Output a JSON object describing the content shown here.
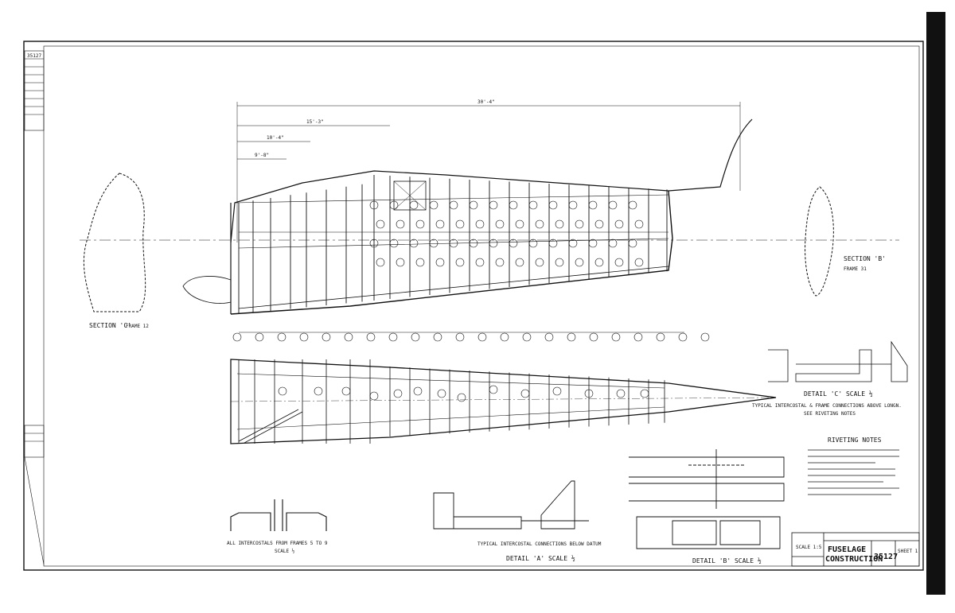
{
  "drawing": {
    "number": "35127",
    "title_line1": "FUSELAGE",
    "title_line2": "CONSTRUCTION",
    "scale": "SCALE 1:5",
    "sheet": "SHEET 1"
  },
  "views": {
    "section_left": "SECTION 'C'",
    "section_left_sub": "FRAME 12",
    "section_right": "SECTION 'B'",
    "section_right_sub": "FRAME 31",
    "detail_a": "DETAIL 'A' SCALE ½",
    "detail_b": "DETAIL 'B' SCALE ½",
    "detail_c": "DETAIL 'C' SCALE ½",
    "typical_note": "TYPICAL INTERCOSTAL & FRAME CONNECTIONS ABOVE LONGN.",
    "typical_note2": "SEE RIVETING NOTES",
    "typical_conn": "TYPICAL INTERCOSTAL CONNECTIONS BELOW DATUM",
    "intercostals": "ALL INTERCOSTALS FROM FRAMES 5 TO 9",
    "intercostals_scale": "SCALE ½",
    "riveting_title": "RIVETING NOTES",
    "overall_dim": "30'-4\"",
    "dim1": "15'-3\"",
    "dim2": "10'-4\"",
    "dim3": "9'-8\""
  },
  "colors": {
    "ink": "#111111",
    "paper": "#ffffff"
  }
}
